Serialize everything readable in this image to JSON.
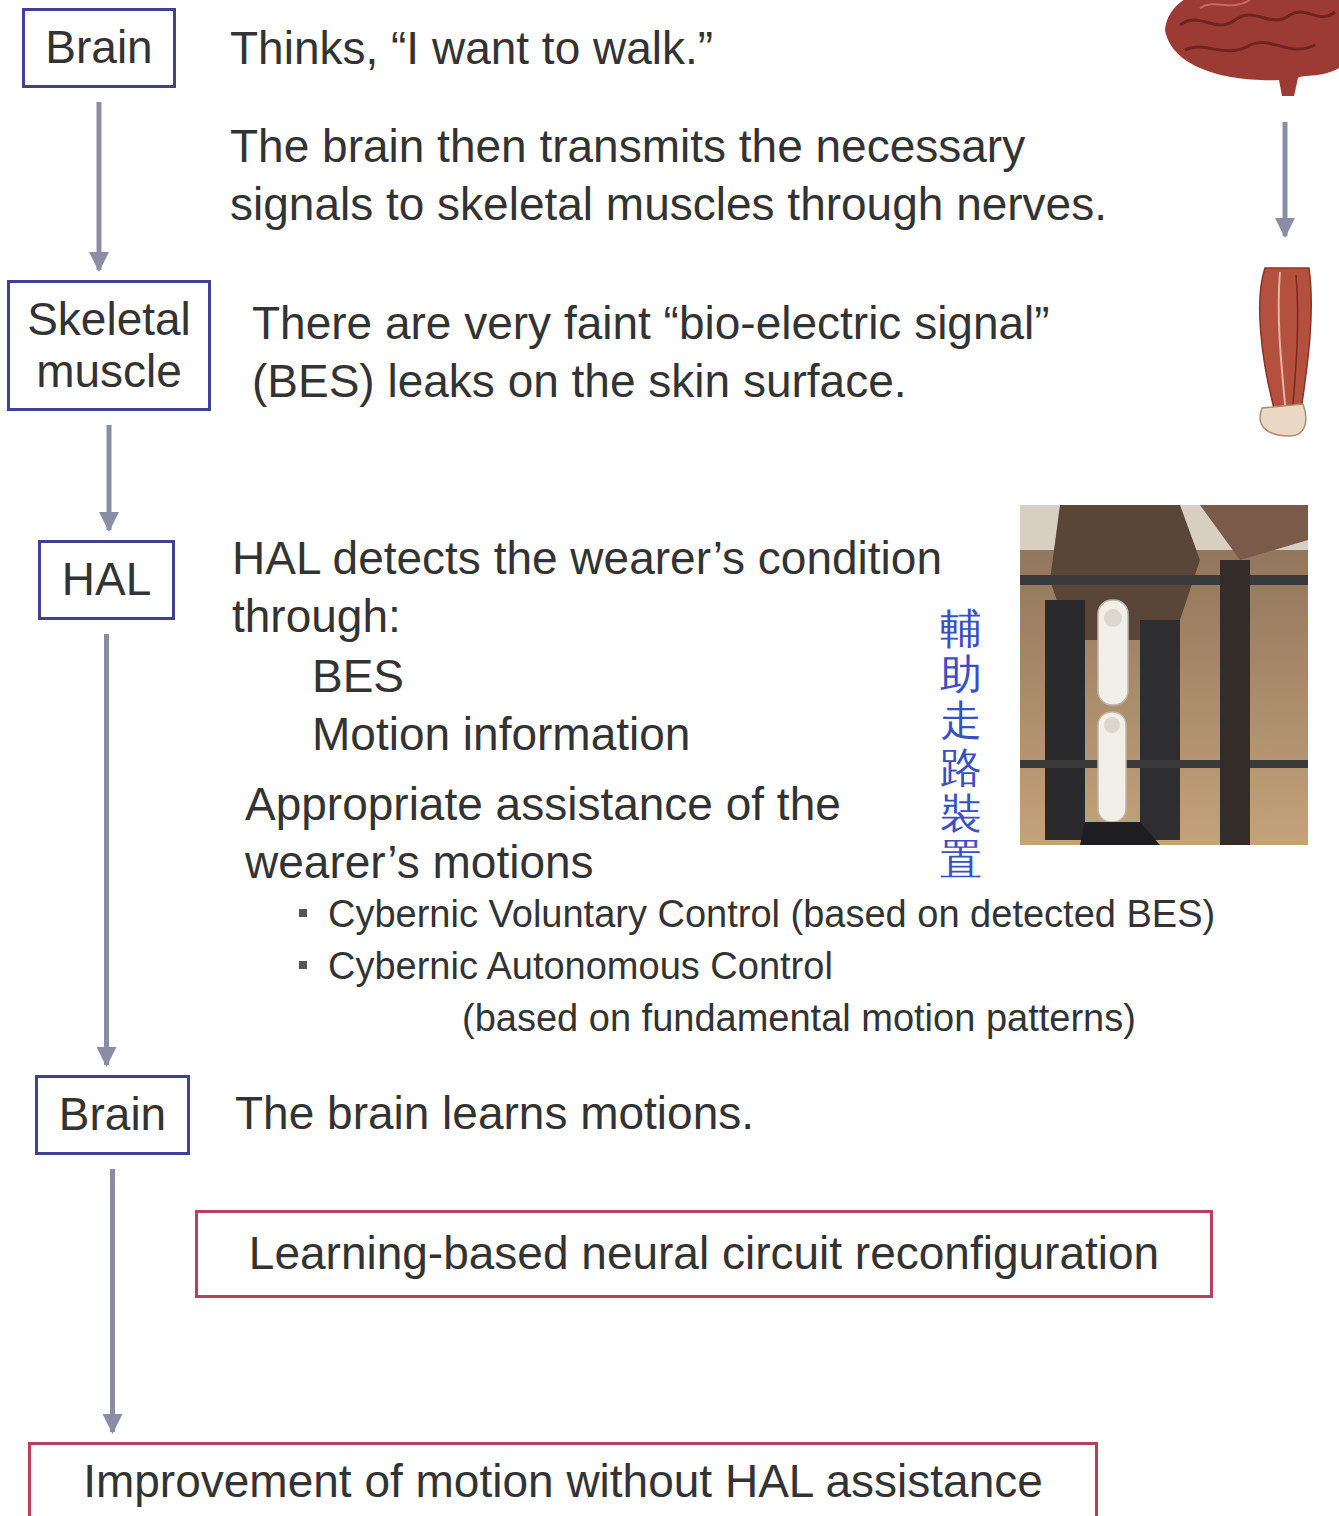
{
  "diagram": {
    "nodes": [
      {
        "text": [
          "Brain"
        ]
      },
      {
        "text": [
          "Skeletal muscle"
        ]
      },
      {
        "text": [
          "HAL"
        ]
      },
      {
        "text": [
          "Brain"
        ]
      },
      {
        "text": [
          "Learning-based neural circuit reconfiguration"
        ]
      },
      {
        "text": [
          "Improvement of motion without HAL assistance"
        ]
      }
    ],
    "edges": [
      {
        "from": 0,
        "to": 1,
        "arrow": "to"
      },
      {
        "from": 1,
        "to": 2,
        "arrow": "to"
      },
      {
        "from": 2,
        "to": 3,
        "arrow": "to"
      },
      {
        "from": 3,
        "to": 5,
        "arrow": "to"
      }
    ],
    "labels": [
      "Thinks, “I want to walk.”",
      "The brain then transmits the necessary signals to skeletal muscles through nerves.",
      "There are very faint “bio-electric signal” (BES) leaks on the skin surface.",
      "HAL detects the wearer’s condition through:",
      "BES",
      "Motion information",
      "Appropriate assistance of the wearer’s motions",
      "Cybernic Voluntary Control (based on detected BES)",
      "Cybernic Autonomous Control (based on fundamental motion patterns)",
      "The brain learns motions.",
      "輔助走路裝置"
    ]
  }
}
